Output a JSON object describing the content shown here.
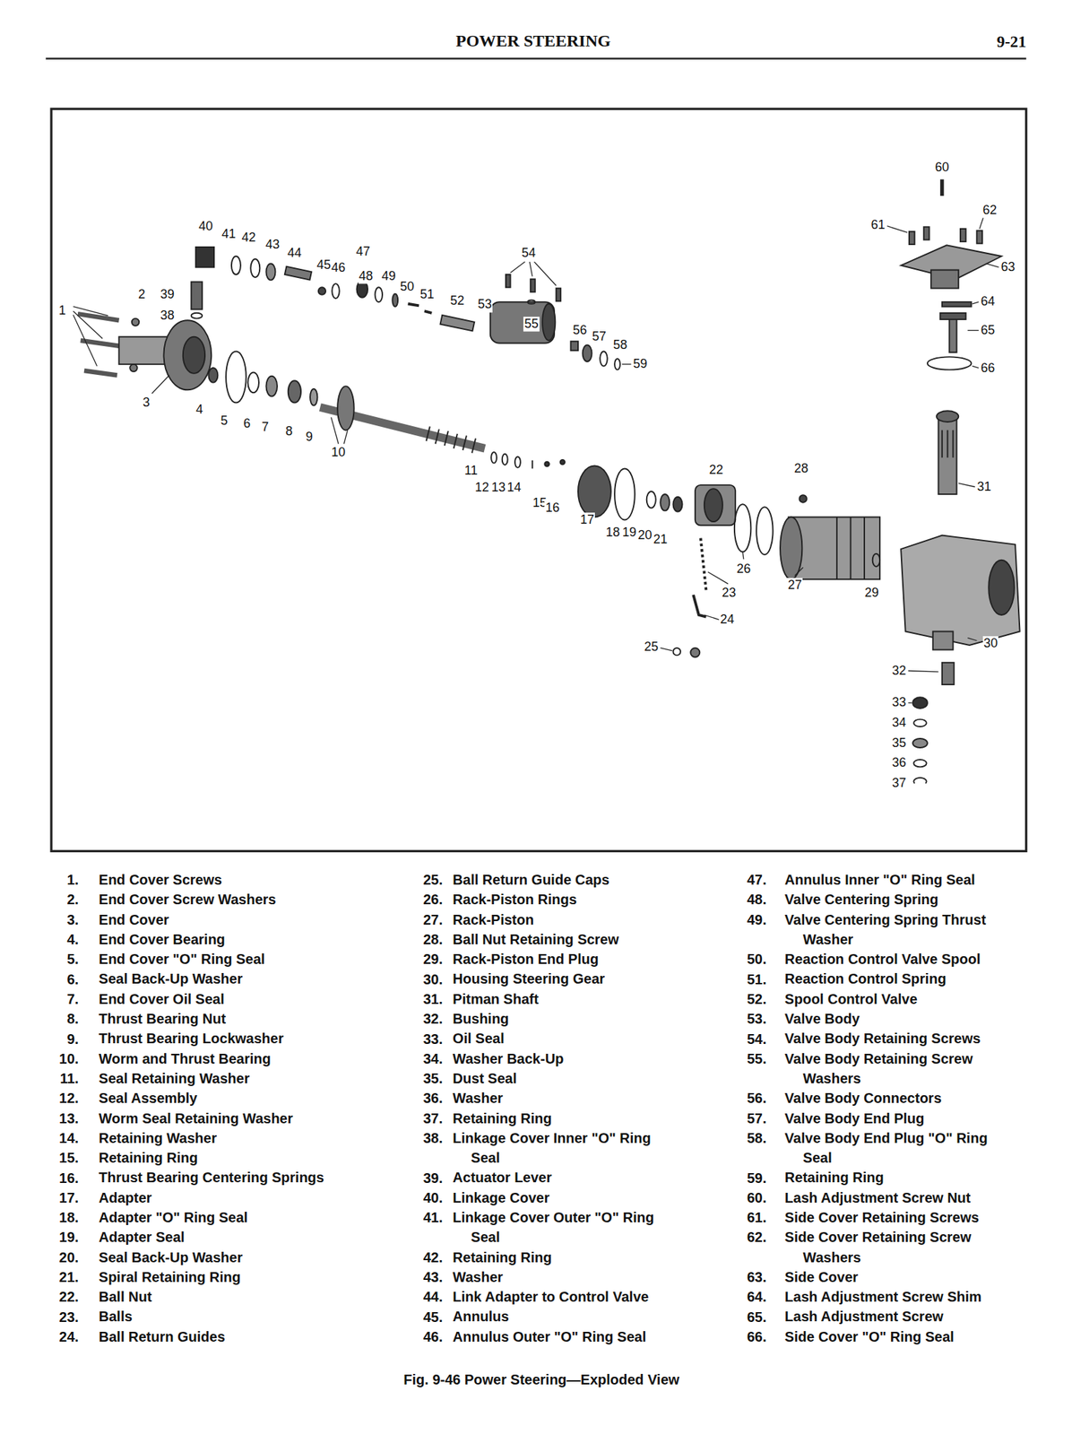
{
  "diagram": {
    "title": "POWER STEERING",
    "caption": "Fig. 9-46 Power Steering—Exploded View",
    "labels": [
      "9-21",
      "1",
      "2",
      "3",
      "4",
      "5",
      "6",
      "7",
      "8",
      "9",
      "10",
      "11",
      "12",
      "13",
      "14",
      "15",
      "16",
      "17",
      "18",
      "19",
      "20",
      "21",
      "22",
      "23",
      "24",
      "25",
      "26",
      "27",
      "28",
      "29",
      "30",
      "31",
      "32",
      "33",
      "34",
      "35",
      "36",
      "37",
      "38",
      "39",
      "40",
      "41",
      "42",
      "43",
      "44",
      "45",
      "46",
      "47",
      "48",
      "49",
      "50",
      "51",
      "52",
      "53",
      "54",
      "55",
      "56",
      "57",
      "58",
      "59",
      "60",
      "61",
      "62",
      "63",
      "64",
      "65",
      "66",
      "1.",
      "End Cover Screws",
      "2.",
      "End Cover Screw Washers",
      "3.",
      "End Cover",
      "4.",
      "End Cover Bearing",
      "5.",
      "End Cover \"O\" Ring Seal",
      "6.",
      "Seal Back-Up Washer",
      "7.",
      "End Cover Oil Seal",
      "8.",
      "Thrust Bearing Nut",
      "9.",
      "Thrust Bearing Lockwasher",
      "10.",
      "Worm and Thrust Bearing",
      "11.",
      "Seal Retaining Washer",
      "12.",
      "Seal Assembly",
      "13.",
      "Worm Seal Retaining Washer",
      "14.",
      "Retaining Washer",
      "15.",
      "Retaining Ring",
      "16.",
      "Thrust Bearing Centering Springs",
      "17.",
      "Adapter",
      "18.",
      "Adapter \"O\" Ring Seal",
      "19.",
      "Adapter Seal",
      "20.",
      "Seal Back-Up Washer",
      "21.",
      "Spiral Retaining Ring",
      "22.",
      "Ball Nut",
      "23.",
      "Balls",
      "24.",
      "Ball Return Guides",
      "25.",
      "Ball Return Guide Caps",
      "26.",
      "Rack-Piston Rings",
      "27.",
      "Rack-Piston",
      "28.",
      "Ball Nut Retaining Screw",
      "29.",
      "Rack-Piston End Plug",
      "30.",
      "Housing Steering Gear",
      "31.",
      "Pitman Shaft",
      "32.",
      "Bushing",
      "33.",
      "Oil Seal",
      "34.",
      "Washer Back-Up",
      "35.",
      "Dust Seal",
      "36.",
      "Washer",
      "37.",
      "Retaining Ring",
      "38.",
      "Linkage Cover Inner \"O\" Ring Seal",
      "39.",
      "Actuator Lever",
      "40.",
      "Linkage Cover",
      "41.",
      "Linkage Cover Outer \"O\" Ring Seal",
      "42.",
      "Retaining Ring",
      "43.",
      "Washer",
      "44.",
      "Link Adapter to Control Valve",
      "45.",
      "Annulus",
      "46.",
      "Annulus Outer \"O\" Ring Seal",
      "47.",
      "Annulus Inner \"O\" Ring Seal",
      "48.",
      "Valve Centering Spring",
      "49.",
      "Valve Centering Spring Thrust Washer",
      "50.",
      "Reaction Control Valve Spool",
      "51.",
      "Reaction Control Spring",
      "52.",
      "Spool Control Valve",
      "53.",
      "Valve Body",
      "54.",
      "Valve Body Retaining Screws",
      "55.",
      "Valve Body Retaining Screw Washers",
      "56.",
      "Valve Body Connectors",
      "57.",
      "Valve Body End Plug",
      "58.",
      "Valve Body End Plug \"O\" Ring Seal",
      "59.",
      "Retaining Ring",
      "60.",
      "Lash Adjustment Screw Nut",
      "61.",
      "Side Cover Retaining Screws",
      "62.",
      "Side Cover Retaining Screw Washers",
      "63.",
      "Side Cover",
      "64.",
      "Lash Adjustment Screw Shim",
      "65.",
      "Lash Adjustment Screw",
      "66.",
      "Side Cover \"O\" Ring Seal"
    ]
  }
}
